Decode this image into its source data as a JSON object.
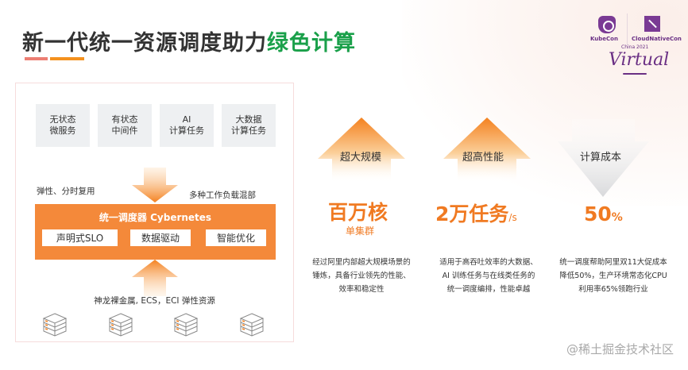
{
  "title": {
    "main": "新一代统一资源调度助力",
    "highlight": "绿色计算",
    "highlight_color": "#1aa04a"
  },
  "logo": {
    "kubecon": "KubeCon",
    "cloudnativecon": "CloudNativeCon",
    "event": "China 2021",
    "virtual": "Virtual"
  },
  "architecture": {
    "workloads": [
      {
        "line1": "无状态",
        "line2": "微服务"
      },
      {
        "line1": "有状态",
        "line2": "中间件"
      },
      {
        "line1": "AI",
        "line2": "计算任务"
      },
      {
        "line1": "大数据",
        "line2": "计算任务"
      }
    ],
    "left_label": "弹性、分时复用",
    "right_label": "多种工作负载混部",
    "scheduler": {
      "title": "统一调度器 Cybernetes",
      "features": [
        "声明式SLO",
        "数据驱动",
        "智能优化"
      ],
      "color": "#f4893a"
    },
    "resources_label": "神龙裸金属, ECS，ECI 弹性资源",
    "server_icons": [
      "server-icon",
      "server-icon",
      "server-icon",
      "server-icon"
    ]
  },
  "metrics": [
    {
      "arrow": "up",
      "label": "超大规模",
      "value": "百万核",
      "sub": "单集群",
      "description": "经过阿里内部超大规模场景的锤炼，具备行业领先的性能、效率和稳定性"
    },
    {
      "arrow": "up",
      "label": "超高性能",
      "value": "2万任务",
      "unit": "/s",
      "description": "适用于高吞吐效率的大数据、AI 训练任务与在线类任务的统一调度编排，性能卓越"
    },
    {
      "arrow": "down",
      "label": "计算成本",
      "value": "50",
      "unit": "%",
      "description": "统一调度帮助阿里双11大促成本降低50%，生产环境常态化CPU利用率65%领跑行业"
    }
  ],
  "accent_color": "#f07a22",
  "watermark": "@稀土掘金技术社区"
}
